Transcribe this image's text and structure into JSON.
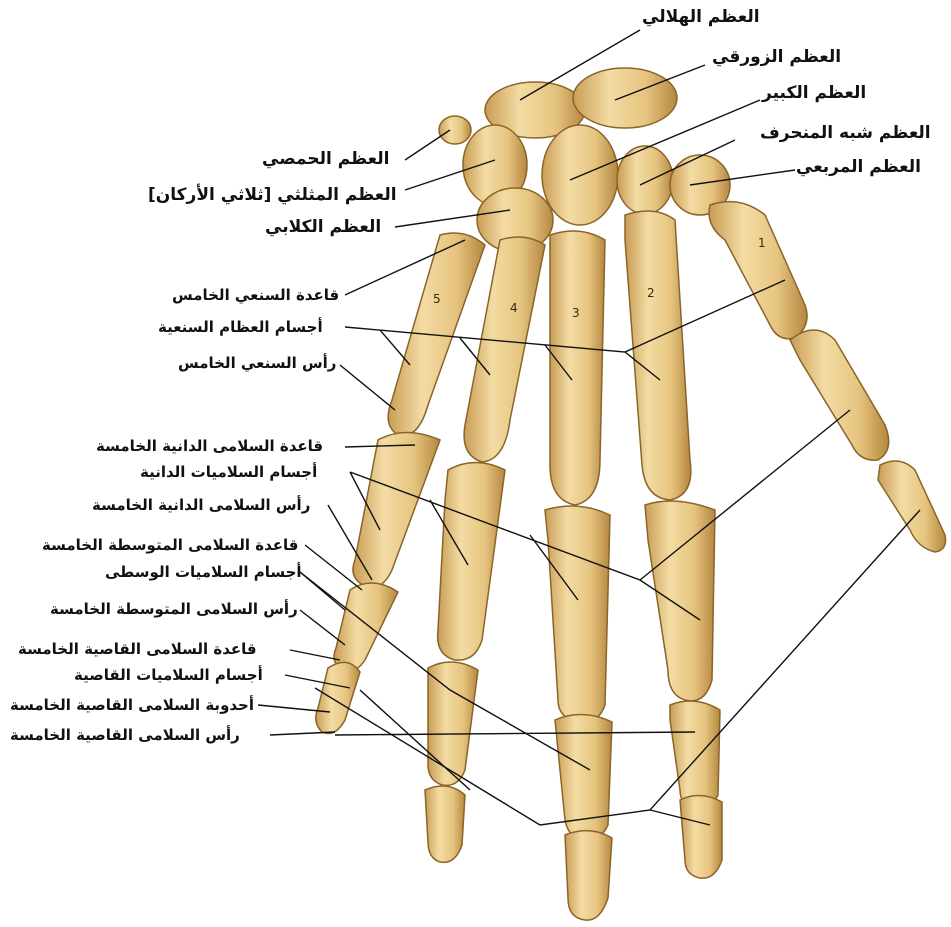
{
  "labels": {
    "lunate": "العظم الهلالي",
    "scaphoid": "العظم الزورقي",
    "capitate": "العظم الكبير",
    "trapezoid": "العظم شبه المنحرف",
    "trapezium": "العظم المربعي",
    "pisiform": "العظم الحمصي",
    "triquetrum": "العظم المثلثي [ثلاثي الأركان]",
    "hamate": "العظم الكلابي",
    "base_5th_metacarpal": "قاعدة السنعي الخامس",
    "metacarpal_bodies": "أجسام العظام السنعية",
    "head_5th_metacarpal": "رأس السنعي الخامس",
    "base_5th_proximal": "قاعدة السلامى الدانية الخامسة",
    "proximal_bodies": "أجسام السلاميات الدانية",
    "head_5th_proximal": "رأس السلامى الدانية الخامسة",
    "base_5th_middle": "قاعدة السلامى المتوسطة الخامسة",
    "middle_bodies": "أجسام السلاميات الوسطى",
    "head_5th_middle": "رأس السلامى المتوسطة الخامسة",
    "base_5th_distal": "قاعدة السلامى القاصية الخامسة",
    "distal_bodies": "أجسام السلاميات القاصية",
    "tuberosity_5th_distal": "أحدوبة السلامى القاصية الخامسة",
    "head_5th_distal": "رأس السلامى القاصية الخامسة"
  },
  "digit_numbers": [
    "1",
    "2",
    "3",
    "4",
    "5"
  ],
  "colors": {
    "bone": "#e9cc8a",
    "bone_shadow": "#b88d45",
    "bone_dark": "#8a6428",
    "leader": "#111111"
  }
}
